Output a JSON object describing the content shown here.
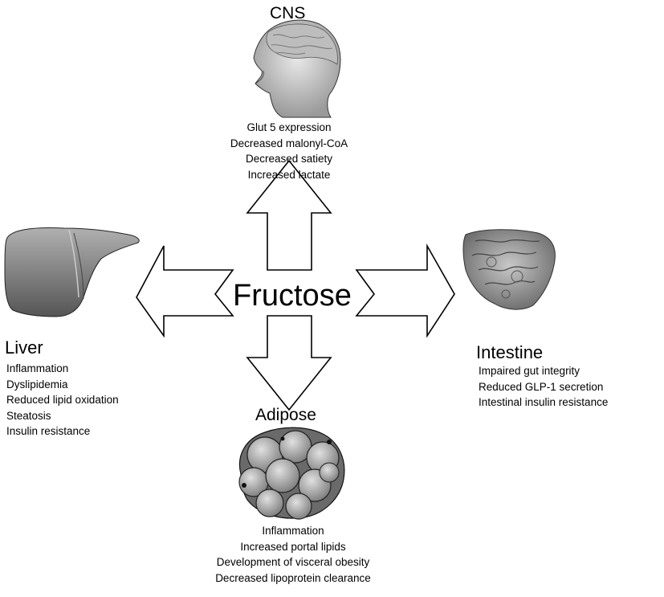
{
  "center": {
    "label": "Fructose"
  },
  "organs": {
    "cns": {
      "title": "CNS",
      "effects": [
        "Glut 5 expression",
        "Decreased malonyl-CoA",
        "Decreased satiety",
        "Increased lactate"
      ],
      "icon": "head-profile-icon"
    },
    "liver": {
      "title": "Liver",
      "effects": [
        "Inflammation",
        "Dyslipidemia",
        "Reduced lipid oxidation",
        "Steatosis",
        "Insulin resistance"
      ],
      "icon": "liver-icon"
    },
    "intestine": {
      "title": "Intestine",
      "effects": [
        "Impaired gut integrity",
        "Reduced GLP-1 secretion",
        "Intestinal insulin resistance"
      ],
      "icon": "intestine-icon"
    },
    "adipose": {
      "title": "Adipose",
      "effects": [
        "Inflammation",
        "Increased portal lipids",
        "Development of visceral obesity",
        "Decreased lipoprotein clearance"
      ],
      "icon": "adipose-cells-icon"
    }
  },
  "colors": {
    "ink": "#000000",
    "arrow_fill": "#ffffff",
    "organ_gray": "#8a8a8a"
  }
}
